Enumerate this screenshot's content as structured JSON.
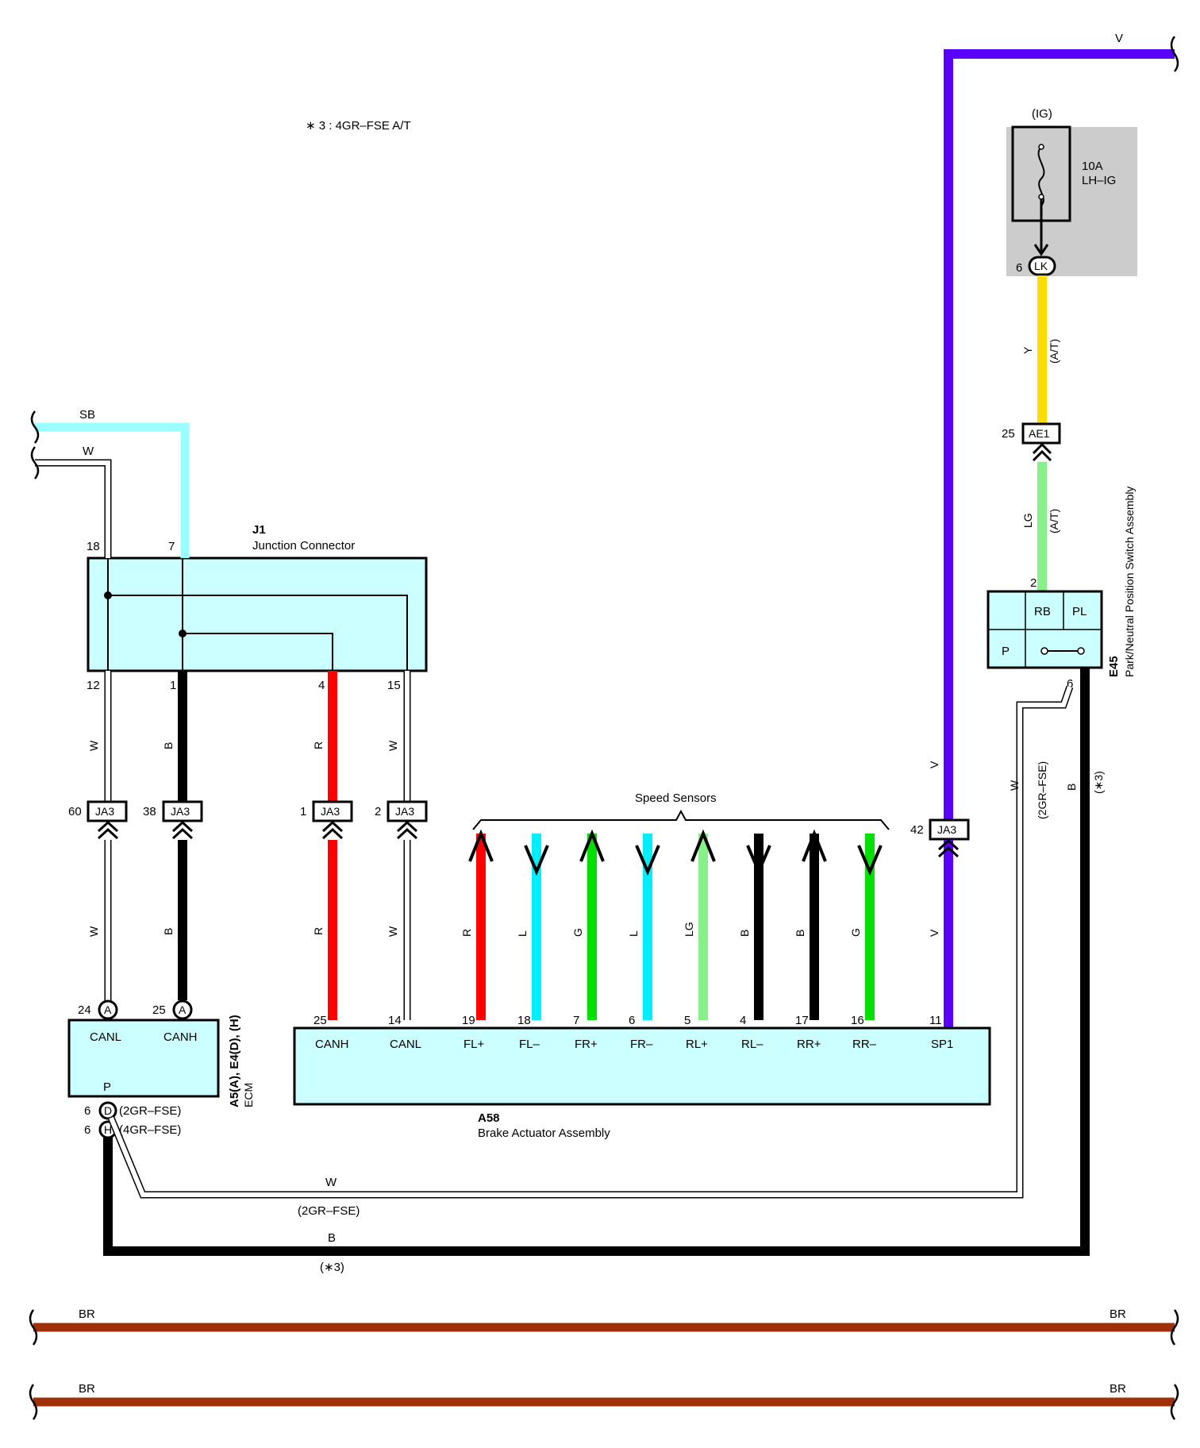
{
  "note": "∗ 3 : 4GR–FSE A/T",
  "fuse": {
    "group": "(IG)",
    "rating": "10A",
    "name": "LH–IG",
    "pin": "6",
    "connector": "LK"
  },
  "j1": {
    "code": "J1",
    "name": "Junction Connector",
    "pin_18": "18",
    "pin_7": "7",
    "pin_12": "12",
    "pin_1": "1",
    "pin_4": "4",
    "pin_15": "15"
  },
  "ja3": {
    "connector": "JA3",
    "pin_a": "60",
    "pin_b": "38",
    "pin_c": "1",
    "pin_d": "2",
    "pin_e": "42"
  },
  "ae1": {
    "connector": "AE1",
    "pin": "25"
  },
  "ecm": {
    "code": "A5(A), E4(D), (H)",
    "name": "ECM",
    "pin_canl": "24",
    "pin_canh": "25",
    "connector_a": "A",
    "term_canl": "CANL",
    "term_canh": "CANH",
    "term_p": "P",
    "pin_d": "6",
    "connector_d": "D",
    "variant_d": "(2GR–FSE)",
    "pin_h": "6",
    "connector_h": "H",
    "variant_h": "(4GR–FSE)"
  },
  "brake": {
    "code": "A58",
    "name": "Brake Actuator Assembly",
    "terminals": [
      "CANH",
      "CANL",
      "FL+",
      "FL–",
      "FR+",
      "FR–",
      "RL+",
      "RL–",
      "RR+",
      "RR–",
      "SP1"
    ],
    "pins": [
      "25",
      "14",
      "19",
      "18",
      "7",
      "6",
      "5",
      "4",
      "17",
      "16",
      "11"
    ]
  },
  "speed_sensors": {
    "title": "Speed Sensors",
    "wire_colors": [
      "R",
      "L",
      "G",
      "L",
      "LG",
      "B",
      "B",
      "G"
    ]
  },
  "e45": {
    "code": "E45",
    "name": "Park/Neutral Position Switch Assembly",
    "term_rb": "RB",
    "term_pl": "PL",
    "term_p": "P",
    "pin_2": "2",
    "pin_6": "6"
  },
  "wire_labels": {
    "sb": "SB",
    "w_top": "W",
    "v_top": "V",
    "y": "Y",
    "at_upper": "(A/T)",
    "lg": "LG",
    "at_lower": "(A/T)",
    "j1_w12": "W",
    "j1_b1": "B",
    "j1_r4": "R",
    "j1_w15": "W",
    "ecm_w": "W",
    "ecm_b": "B",
    "brk_r": "R",
    "brk_w": "W",
    "v_mid": "V",
    "v_low": "V",
    "e45_w": "W",
    "e45_2gr": "(2GR–FSE)",
    "e45_b": "B",
    "e45_3": "(∗3)",
    "bottom_w": "W",
    "bottom_2gr": "(2GR–FSE)",
    "bottom_b": "B",
    "bottom_3": "(∗3)"
  },
  "ground_lines": {
    "line1_left": "BR",
    "line1_right": "BR",
    "line2_left": "BR",
    "line2_right": "BR"
  },
  "colors": {
    "V": "#5a00ff",
    "SB": "#99ffff",
    "L": "#00eeff",
    "R": "#ff0000",
    "G": "#00e000",
    "LG": "#88f088",
    "Y": "#ffdd00",
    "B": "#000000",
    "BR": "#a0300a",
    "panel": "#ccffff",
    "fuse_bg": "#cccccc"
  }
}
